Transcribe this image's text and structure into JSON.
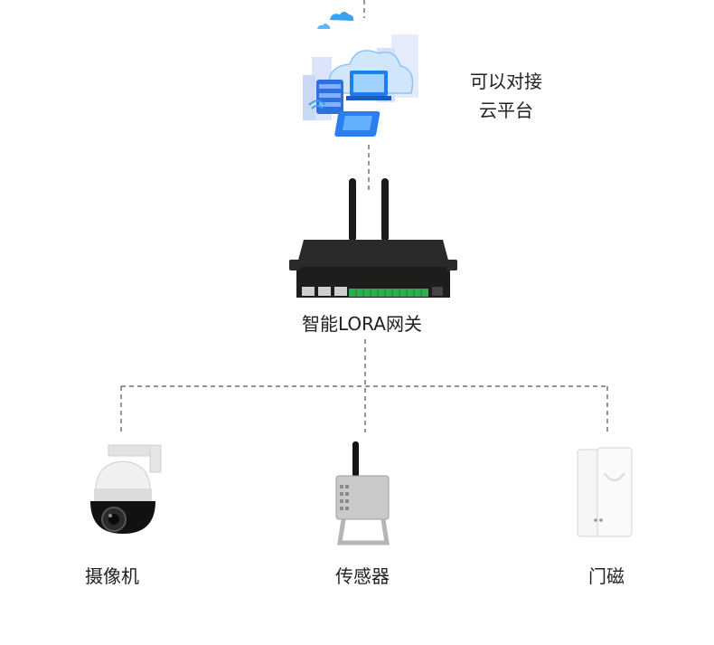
{
  "cloud": {
    "caption_line1": "可以对接",
    "caption_line2": "云平台"
  },
  "gateway": {
    "label": "智能LORA网关"
  },
  "devices": [
    {
      "label": "摄像机"
    },
    {
      "label": "传感器"
    },
    {
      "label": "门磁"
    }
  ]
}
